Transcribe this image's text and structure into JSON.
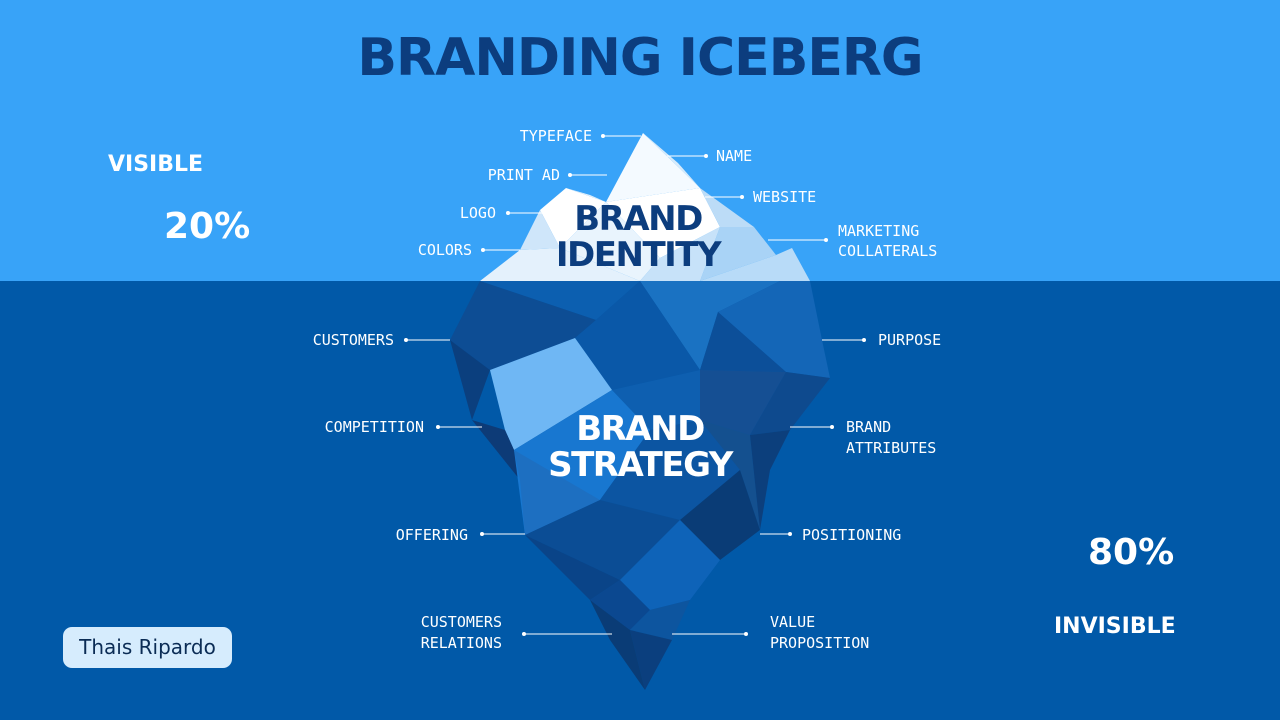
{
  "title": "BRANDING ICEBERG",
  "visible": {
    "label": "VISIBLE",
    "percent": "20%"
  },
  "invisible": {
    "label": "INVISIBLE",
    "percent": "80%"
  },
  "tip": {
    "line1": "BRAND",
    "line2": "IDENTITY"
  },
  "body": {
    "line1": "BRAND",
    "line2": "STRATEGY"
  },
  "labels": {
    "typeface": "TYPEFACE",
    "name": "NAME",
    "print_ad": "PRINT AD",
    "website": "WEBSITE",
    "logo": "LOGO",
    "marketing_1": "MARKETING",
    "marketing_2": "COLLATERALS",
    "colors": "COLORS",
    "customers": "CUSTOMERS",
    "purpose": "PURPOSE",
    "competition": "COMPETITION",
    "brand_attr_1": "BRAND",
    "brand_attr_2": "ATTRIBUTES",
    "offering": "OFFERING",
    "positioning": "POSITIONING",
    "cust_rel_1": "CUSTOMERS",
    "cust_rel_2": "RELATIONS",
    "value_prop_1": "VALUE",
    "value_prop_2": "PROPOSITION"
  },
  "author": "Thais Ripardo",
  "colors": {
    "sky": "#38a3f8",
    "sea": "#0159a8",
    "title": "#0c3d7e",
    "ice_light": "#eaf6ff",
    "ice_dark": "#0a3a6e"
  }
}
